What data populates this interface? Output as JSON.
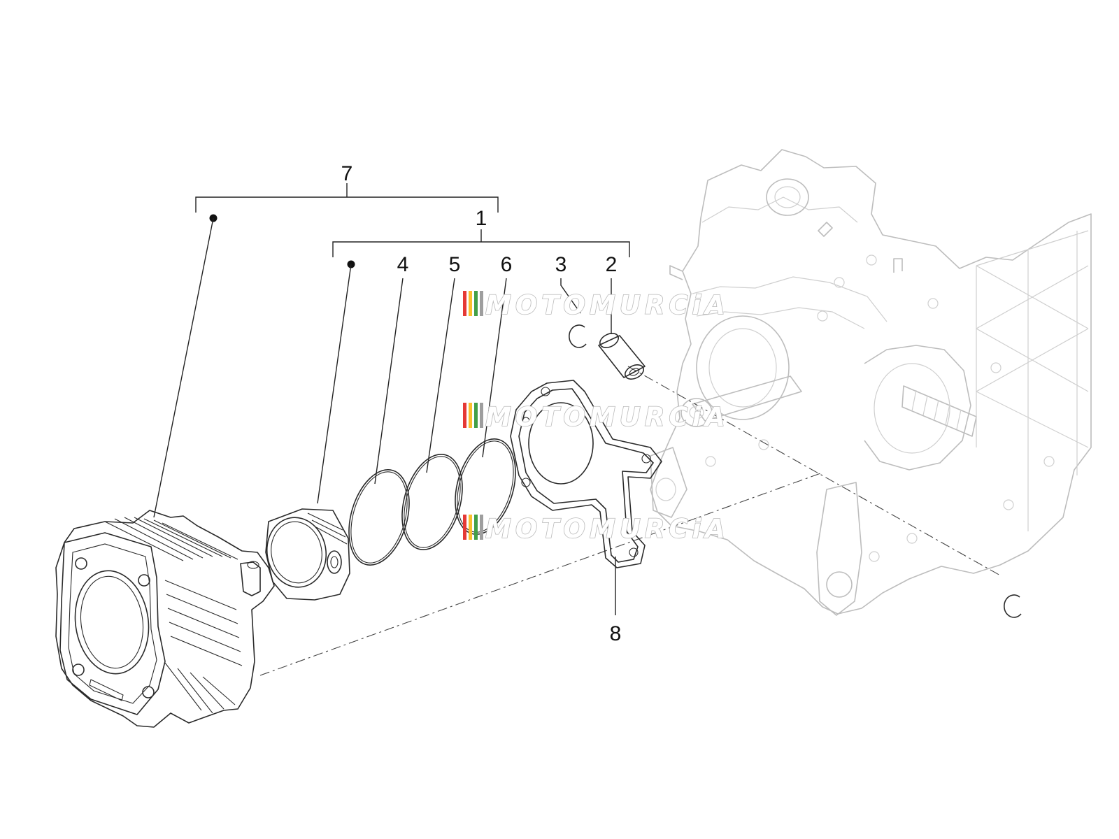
{
  "callouts": {
    "c1": "1",
    "c2": "2",
    "c3": "3",
    "c4": "4",
    "c5": "5",
    "c6": "6",
    "c7": "7",
    "c8": "8"
  },
  "watermark": {
    "text": "MOTOMURCiA",
    "stripe_colors": [
      "#e53935",
      "#fbc02d",
      "#43a047",
      "#9e9e9e"
    ]
  },
  "colors": {
    "part_stroke": "#2a2a2a",
    "ghost_stroke": "#bdbdbd",
    "callout_text": "#111111"
  }
}
